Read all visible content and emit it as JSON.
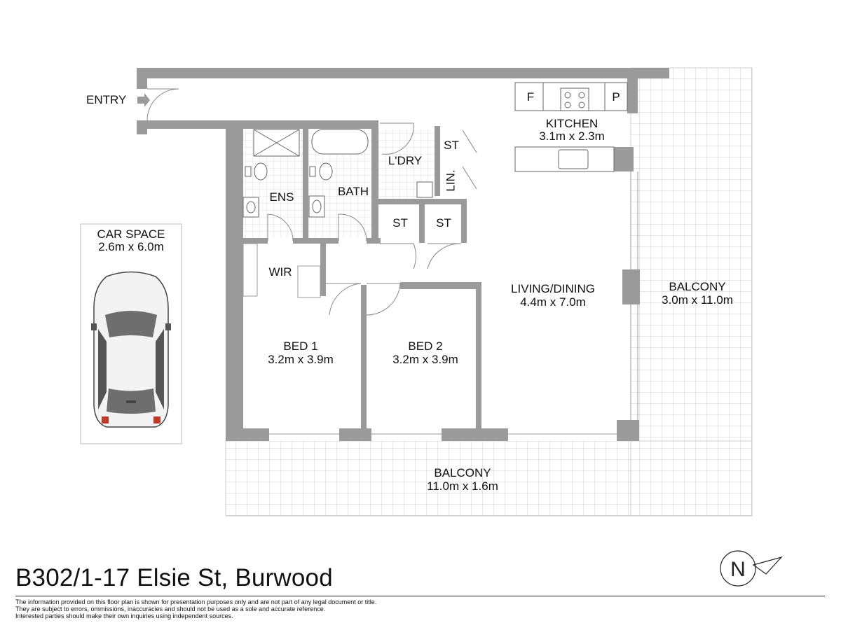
{
  "plan": {
    "address": "B302/1-17 Elsie St, Burwood",
    "disclaimer": [
      "The information provided on this floor plan is shown for presentation purposes only and are not part of any legal document or title.",
      "They are subject to errors, ommissions, inaccuracies and should not be used as a sole and accurate reference.",
      "Interested parties should make their own inquiries using independent sources."
    ],
    "entry": "ENTRY",
    "car_space": {
      "name": "CAR SPACE",
      "size": "2.6m x 6.0m"
    },
    "kitchen": {
      "name": "KITCHEN",
      "size": "3.1m x 2.3m",
      "fridge": "F",
      "pantry": "P"
    },
    "ensuite": "ENS",
    "bath": "BATH",
    "laundry": "L'DRY",
    "storage_top": "ST",
    "linen": "LIN.",
    "storage_a": "ST",
    "storage_b": "ST",
    "wir": "WIR",
    "bed1": {
      "name": "BED 1",
      "size": "3.2m x 3.9m"
    },
    "bed2": {
      "name": "BED 2",
      "size": "3.2m x 3.9m"
    },
    "living": {
      "name": "LIVING/DINING",
      "size": "4.4m x 7.0m"
    },
    "balcony_east": {
      "name": "BALCONY",
      "size": "3.0m x 11.0m"
    },
    "balcony_south": {
      "name": "BALCONY",
      "size": "11.0m x 1.6m"
    },
    "compass": "N"
  },
  "colors": {
    "wall": "#9a9a9a",
    "tile_line": "#cfcfcf",
    "fixture": "#666666",
    "text": "#111111"
  }
}
